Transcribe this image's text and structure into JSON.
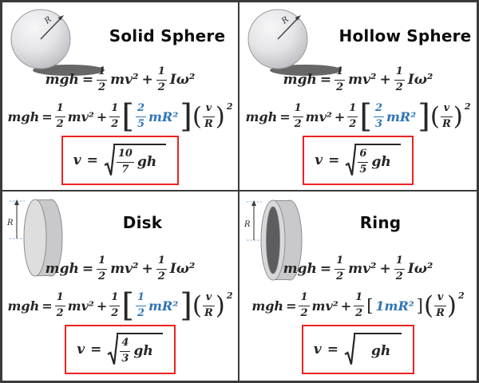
{
  "colors": {
    "frame_border": "#3A3A3A",
    "accent_blue": "#2E75B6",
    "result_box_red": "#EE2222",
    "equation_text": "#262626",
    "shape_light_gray": "#DEDEDF",
    "shape_rim_gray": "#C9C9CB",
    "ring_hole_gray": "#5D5D5F",
    "shadow_gray": "#565656",
    "dashed_guide_blue": "#85B3D9"
  },
  "panels": [
    {
      "id": "solid-sphere",
      "title": "Solid Sphere",
      "shape": "sphere",
      "radius_label": "R",
      "eq1": {
        "lhs": "mgh",
        "equals": "=",
        "half1_num": "1",
        "half1_den": "2",
        "term1": "mv²",
        "plus": "+",
        "half2_num": "1",
        "half2_den": "2",
        "term2": "Iω²"
      },
      "eq2": {
        "lhs": "mgh",
        "equals": "=",
        "half1_num": "1",
        "half1_den": "2",
        "term1": "mv²",
        "plus": "+",
        "half2_num": "1",
        "half2_den": "2",
        "lbracket": "[",
        "inertia_num": "2",
        "inertia_den": "5",
        "inertia_term": "mR²",
        "rbracket": "]",
        "lparen": "(",
        "ratio_num": "v",
        "ratio_den": "R",
        "rparen": ")",
        "exponent": "2"
      },
      "result": {
        "lhs": "v",
        "equals": "=",
        "num": "10",
        "den": "7",
        "radicand": "gh"
      }
    },
    {
      "id": "hollow-sphere",
      "title": "Hollow Sphere",
      "shape": "sphere",
      "radius_label": "R",
      "eq1": {
        "lhs": "mgh",
        "equals": "=",
        "half1_num": "1",
        "half1_den": "2",
        "term1": "mv²",
        "plus": "+",
        "half2_num": "1",
        "half2_den": "2",
        "term2": "Iω²"
      },
      "eq2": {
        "lhs": "mgh",
        "equals": "=",
        "half1_num": "1",
        "half1_den": "2",
        "term1": "mv²",
        "plus": "+",
        "half2_num": "1",
        "half2_den": "2",
        "lbracket": "[",
        "inertia_num": "2",
        "inertia_den": "3",
        "inertia_term": "mR²",
        "rbracket": "]",
        "lparen": "(",
        "ratio_num": "v",
        "ratio_den": "R",
        "rparen": ")",
        "exponent": "2"
      },
      "result": {
        "lhs": "v",
        "equals": "=",
        "num": "6",
        "den": "5",
        "radicand": "gh"
      }
    },
    {
      "id": "disk",
      "title": "Disk",
      "shape": "disk",
      "radius_label": "R",
      "eq1": {
        "lhs": "mgh",
        "equals": "=",
        "half1_num": "1",
        "half1_den": "2",
        "term1": "mv²",
        "plus": "+",
        "half2_num": "1",
        "half2_den": "2",
        "term2": "Iω²"
      },
      "eq2": {
        "lhs": "mgh",
        "equals": "=",
        "half1_num": "1",
        "half1_den": "2",
        "term1": "mv²",
        "plus": "+",
        "half2_num": "1",
        "half2_den": "2",
        "lbracket": "[",
        "inertia_num": "1",
        "inertia_den": "2",
        "inertia_term": "mR²",
        "rbracket": "]",
        "lparen": "(",
        "ratio_num": "v",
        "ratio_den": "R",
        "rparen": ")",
        "exponent": "2"
      },
      "result": {
        "lhs": "v",
        "equals": "=",
        "num": "4",
        "den": "3",
        "radicand": "gh"
      }
    },
    {
      "id": "ring",
      "title": "Ring",
      "shape": "ring",
      "radius_label": "R",
      "eq1": {
        "lhs": "mgh",
        "equals": "=",
        "half1_num": "1",
        "half1_den": "2",
        "term1": "mv²",
        "plus": "+",
        "half2_num": "1",
        "half2_den": "2",
        "term2": "Iω²"
      },
      "eq2": {
        "lhs": "mgh",
        "equals": "=",
        "half1_num": "1",
        "half1_den": "2",
        "term1": "mv²",
        "plus": "+",
        "half2_num": "1",
        "half2_den": "2",
        "lbracket": "[",
        "inertia_whole": "1mR²",
        "rbracket": "]",
        "lparen": "(",
        "ratio_num": "v",
        "ratio_den": "R",
        "rparen": ")",
        "exponent": "2"
      },
      "result": {
        "lhs": "v",
        "equals": "=",
        "radicand": "gh"
      }
    }
  ]
}
